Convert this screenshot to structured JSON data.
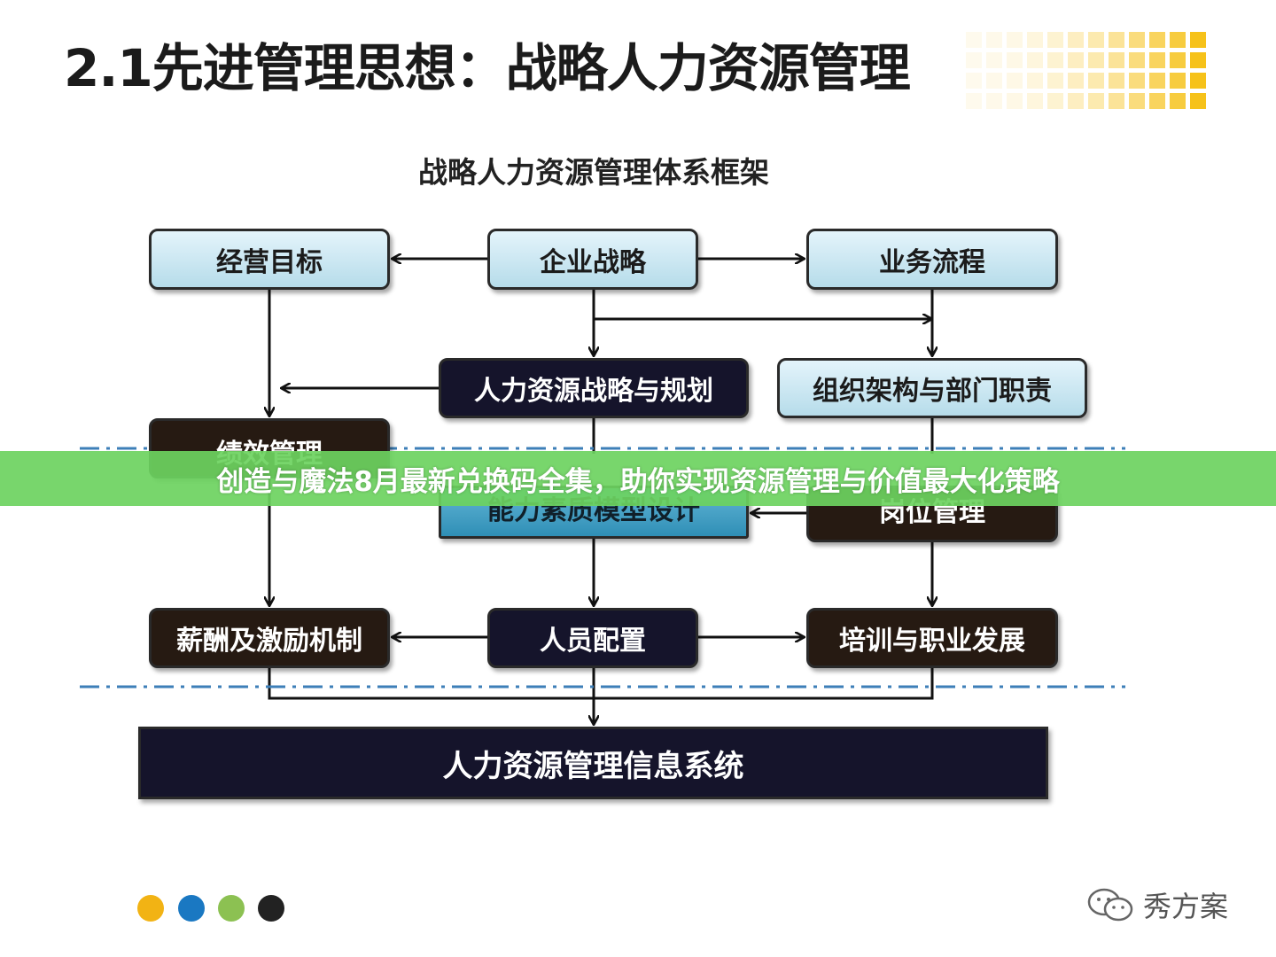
{
  "slide": {
    "title": "2.1先进管理思想：战略人力资源管理",
    "diagram_title": "战略人力资源管理体系框架"
  },
  "nodes": {
    "business_goals": "经营目标",
    "enterprise_strategy": "企业战略",
    "business_process": "业务流程",
    "hr_strategy_planning": "人力资源战略与规划",
    "org_structure": "组织架构与部门职责",
    "performance": "绩效管理",
    "competency_model": "能力素质模型设计",
    "position_mgmt": "岗位管理",
    "compensation": "薪酬及激励机制",
    "staffing": "人员配置",
    "training": "培训与职业发展",
    "hr_info_system": "人力资源管理信息系统"
  },
  "banner": {
    "text": "创造与魔法8月最新兑换码全集，助你实现资源管理与价值最大化策略"
  },
  "dots": {
    "colors": [
      "#f2b314",
      "#1a78c2",
      "#8cc152",
      "#222222"
    ]
  },
  "watermark": {
    "text": "秀方案"
  },
  "colors": {
    "banner": "#6cd260",
    "navy": "#15142b",
    "brown": "#261a12",
    "light_blue": "#c6e6f1",
    "accent_blue": "#3d9cc3",
    "deco_yellow": "#f6c21a"
  }
}
